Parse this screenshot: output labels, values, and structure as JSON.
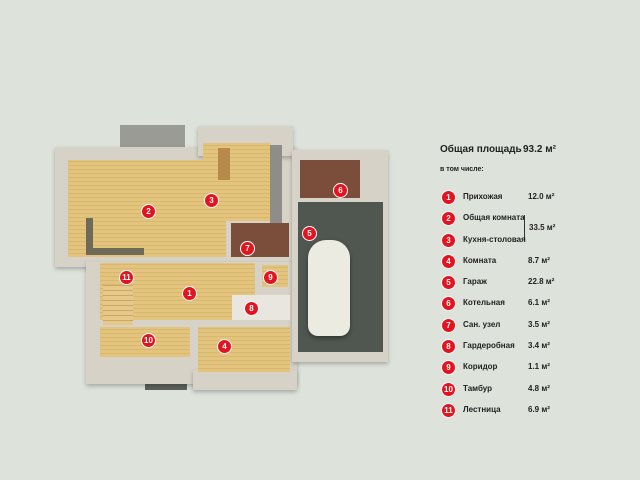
{
  "legend": {
    "total_label": "Общая площадь",
    "total_value": "93.2 м²",
    "subtitle": "в том числе:",
    "combined_value": "33.5 м²",
    "items": [
      {
        "n": "1",
        "name": "Прихожая",
        "area": "12.0 м²"
      },
      {
        "n": "2",
        "name": "Общая комната",
        "area": ""
      },
      {
        "n": "3",
        "name": "Кухня-столовая",
        "area": ""
      },
      {
        "n": "4",
        "name": "Комната",
        "area": "8.7 м²"
      },
      {
        "n": "5",
        "name": "Гараж",
        "area": "22.8 м²"
      },
      {
        "n": "6",
        "name": "Котельная",
        "area": "6.1 м²"
      },
      {
        "n": "7",
        "name": "Сан. узел",
        "area": "3.5 м²"
      },
      {
        "n": "8",
        "name": "Гардеробная",
        "area": "3.4 м²"
      },
      {
        "n": "9",
        "name": "Коридор",
        "area": "1.1 м²"
      },
      {
        "n": "10",
        "name": "Тамбур",
        "area": "4.8 м²"
      },
      {
        "n": "11",
        "name": "Лестница",
        "area": "6.9 м²"
      }
    ]
  },
  "colors": {
    "marker": "#e3141f",
    "background": "#dde2da"
  }
}
